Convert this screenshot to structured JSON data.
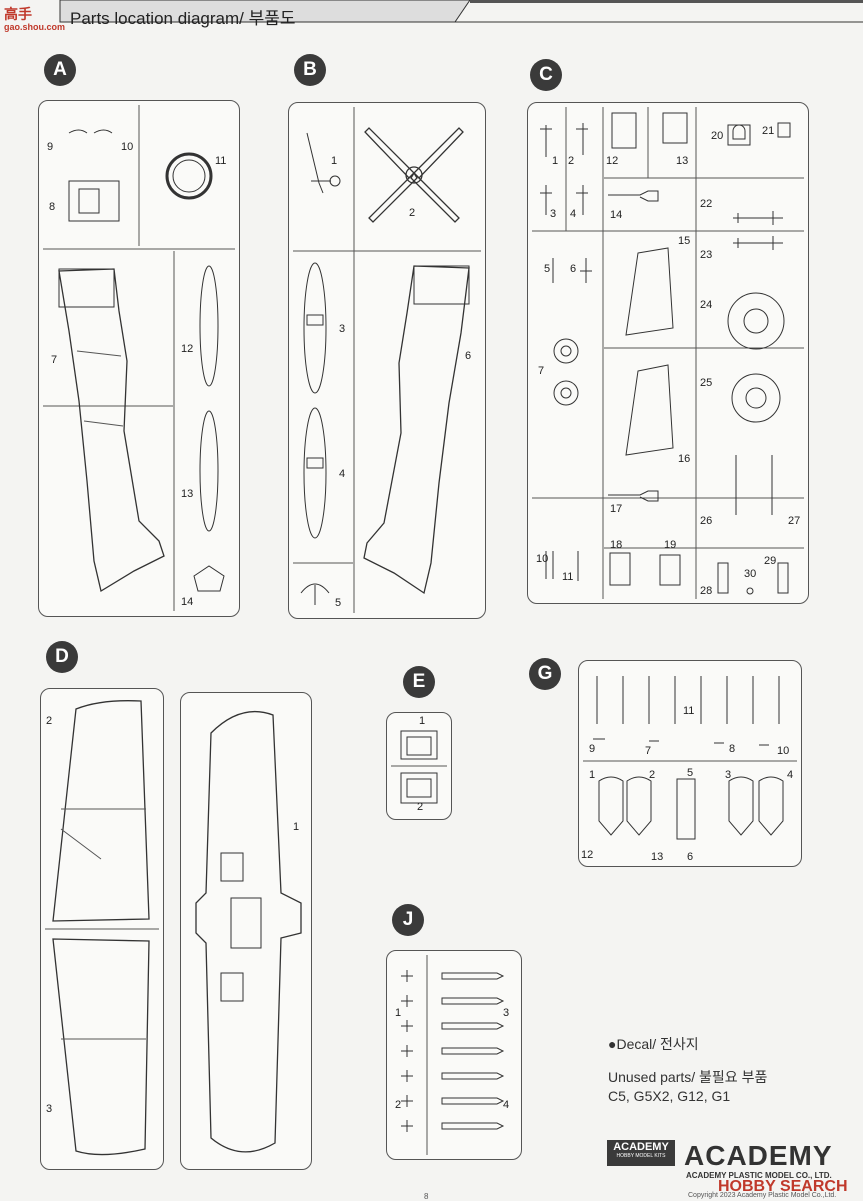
{
  "header": {
    "title": "Parts location diagram/ 부품도"
  },
  "watermark": {
    "logo_text": "高手",
    "url": "gao.shou.com"
  },
  "sprues": [
    {
      "letter": "A",
      "parts": [
        "9",
        "10",
        "11",
        "8",
        "7",
        "12",
        "13",
        "14"
      ]
    },
    {
      "letter": "B",
      "parts": [
        "1",
        "2",
        "3",
        "6",
        "4",
        "5"
      ]
    },
    {
      "letter": "C",
      "parts": [
        "1",
        "2",
        "12",
        "13",
        "20",
        "21",
        "3",
        "4",
        "14",
        "22",
        "23",
        "5",
        "6",
        "15",
        "24",
        "7",
        "25",
        "16",
        "17",
        "26",
        "27",
        "10",
        "11",
        "18",
        "19",
        "28",
        "29",
        "30"
      ]
    },
    {
      "letter": "D",
      "parts": [
        "2",
        "1",
        "3"
      ]
    },
    {
      "letter": "E",
      "parts": [
        "1",
        "2"
      ]
    },
    {
      "letter": "G",
      "parts": [
        "11",
        "9",
        "7",
        "8",
        "10",
        "1",
        "2",
        "5",
        "3",
        "4",
        "12",
        "13",
        "6"
      ]
    },
    {
      "letter": "J",
      "parts": [
        "1",
        "3",
        "2",
        "4"
      ]
    }
  ],
  "info": {
    "decal": "●Decal/ 전사지",
    "unused_title": "Unused parts/ 불필요 부품",
    "unused_list": "C5, G5X2, G12, G1"
  },
  "brand": {
    "box_title": "ACADEMY",
    "box_sub": "HOBBY MODEL KITS",
    "name": "ACADEMY",
    "sub": "ACADEMY PLASTIC MODEL CO., LTD."
  },
  "watermark2": "HOBBY SEARCH",
  "footer": {
    "page": "8",
    "copyright": "Copyright 2023 Academy Plastic Model Co.,Ltd."
  }
}
